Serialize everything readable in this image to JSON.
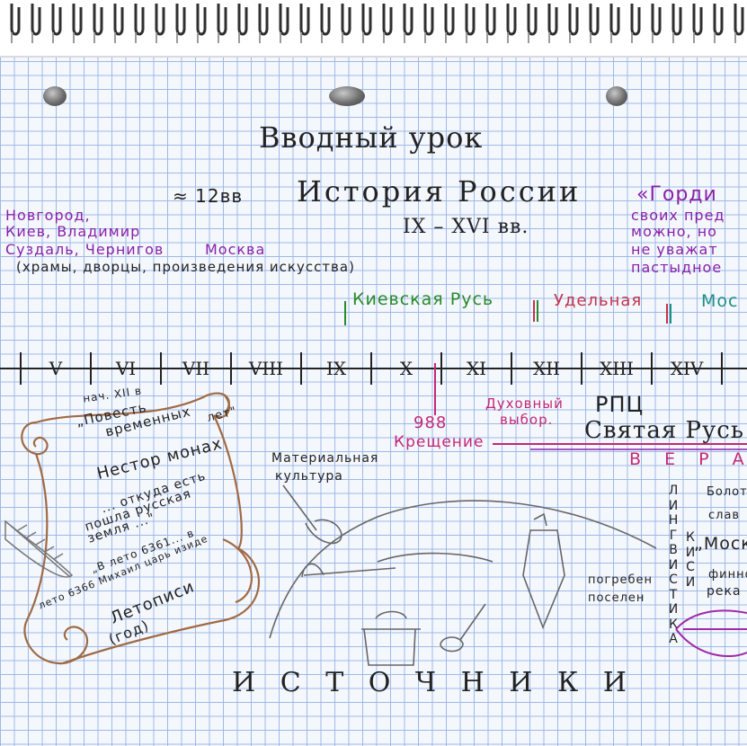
{
  "title": "Вводный урок",
  "subject": "История России",
  "subject_note": "≈ 12вв",
  "period": "IX – XVI вв.",
  "cities": {
    "line1": "Новгород,",
    "line2": "Киев, Владимир",
    "line3a": "Суздаль, Чернигов",
    "line3b": "Москва",
    "line4": "(храмы, дворцы, произведения искусства)"
  },
  "quote": {
    "line1": "«Горди",
    "line2": "своих пред",
    "line3": "можно, но",
    "line4": "не уважат",
    "line5": "пастыдное"
  },
  "eras": {
    "kiev": "Киевская Русь",
    "udel": "Удельная",
    "mos": "Мос"
  },
  "centuries": [
    "V",
    "VI",
    "VII",
    "VIII",
    "IX",
    "X",
    "XI",
    "XII",
    "XIII",
    "XIV",
    "X"
  ],
  "baptism": {
    "year": "988",
    "label": "Крещение",
    "choice_line1": "Духовный",
    "choice_line2": "выбор."
  },
  "church": {
    "rpc": "РПЦ",
    "holy_rus": "Святая Русь",
    "vera": "В Е Р А"
  },
  "scroll": {
    "start": "нач. XII в",
    "tale1": "„Повесть",
    "tale2": "временных",
    "tale3": "лет\"",
    "author": "Нестор монах",
    "q1": "... откуда есть",
    "q2": "пошла русская",
    "q3": "земля ...\"",
    "year1": "„В лето 6361... в",
    "year2": "лето 6366 Михаил царь изиде",
    "name1": "Летописи",
    "name2": "(год)"
  },
  "material": {
    "line1": "Материальная",
    "line2": "культура"
  },
  "burial": {
    "line1": "погребен",
    "line2": "поселен"
  },
  "linguistics": [
    "Л",
    "И",
    "Н",
    "Г",
    "В",
    "И",
    "С",
    "Т",
    "И",
    "К",
    "А"
  ],
  "linguistics_mid": [
    "К",
    "И",
    "С",
    "И"
  ],
  "words": {
    "w1": "Болото",
    "w2": "слав",
    "w3": "„Моск",
    "w4": "финно-",
    "w5": "река"
  },
  "sources": "И С Т О Ч Н И К И",
  "colors": {
    "blue_ink": "#2b3d9c",
    "purple_ink": "#8a21a8",
    "teal_ink": "#1f8e84",
    "green_ink": "#2a8a2a",
    "red_ink": "#c5344c",
    "pink_ink": "#c52876",
    "grid": "#9fb8e6"
  }
}
